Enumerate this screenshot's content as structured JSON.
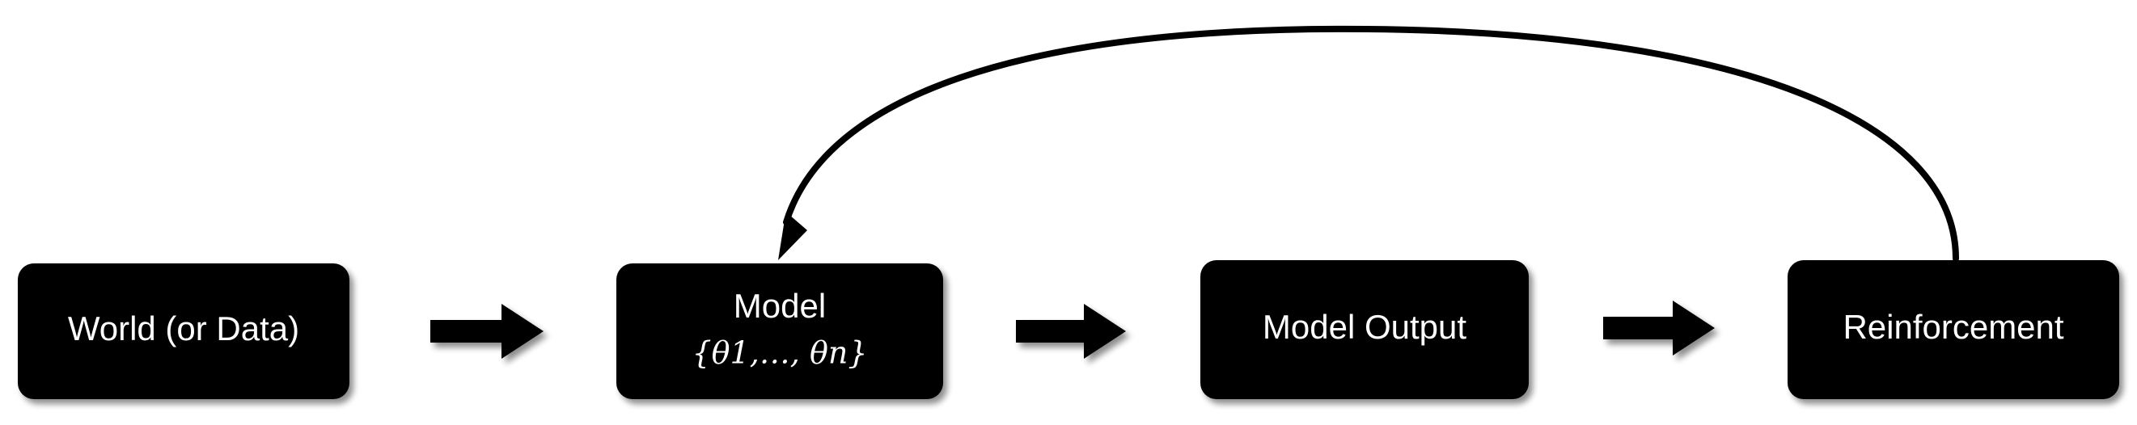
{
  "diagram": {
    "nodes": [
      {
        "id": "world",
        "label": "World (or Data)",
        "sublabel": ""
      },
      {
        "id": "model",
        "label": "Model",
        "sublabel": "{θ1,…, θn}"
      },
      {
        "id": "output",
        "label": "Model Output",
        "sublabel": ""
      },
      {
        "id": "reinforcement",
        "label": "Reinforcement",
        "sublabel": ""
      }
    ],
    "edges": [
      {
        "from": "world",
        "to": "model",
        "style": "block-arrow"
      },
      {
        "from": "model",
        "to": "output",
        "style": "block-arrow"
      },
      {
        "from": "output",
        "to": "reinforcement",
        "style": "block-arrow"
      },
      {
        "from": "reinforcement",
        "to": "model",
        "style": "curved-feedback-arrow"
      }
    ],
    "colors": {
      "node_fill": "#000000",
      "node_shadow": "#b8b8b8",
      "text": "#ffffff",
      "arrow": "#000000"
    }
  }
}
